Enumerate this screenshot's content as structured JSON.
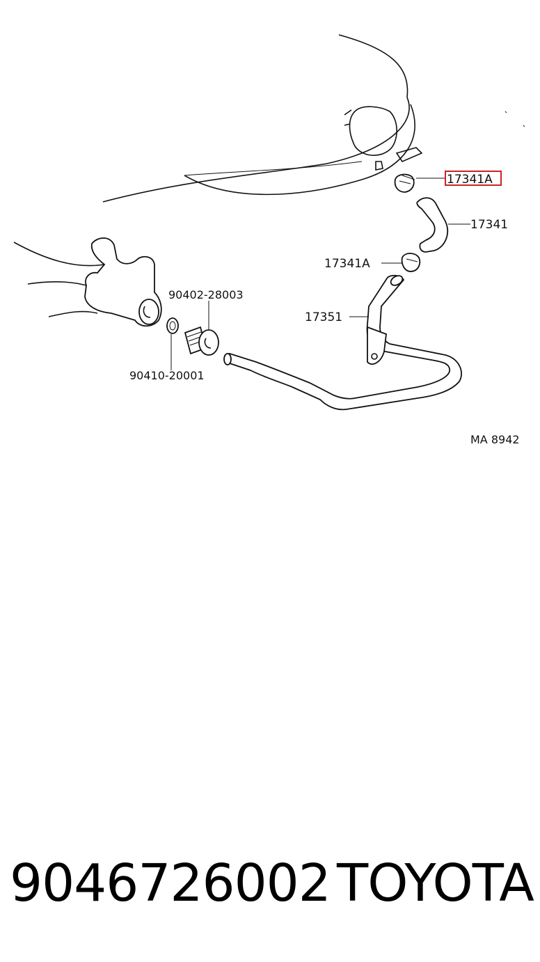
{
  "diagram": {
    "labels": {
      "highlighted_clamp": "17341A",
      "hose": "17341",
      "clamp": "17341A",
      "pipe": "17351",
      "plug": "90402-28003",
      "gasket": "90410-20001",
      "figure_code": "MA 8942"
    },
    "highlight_color": "#cc2222"
  },
  "footer": {
    "part_number": "9046726002",
    "brand": "TOYOTA"
  }
}
